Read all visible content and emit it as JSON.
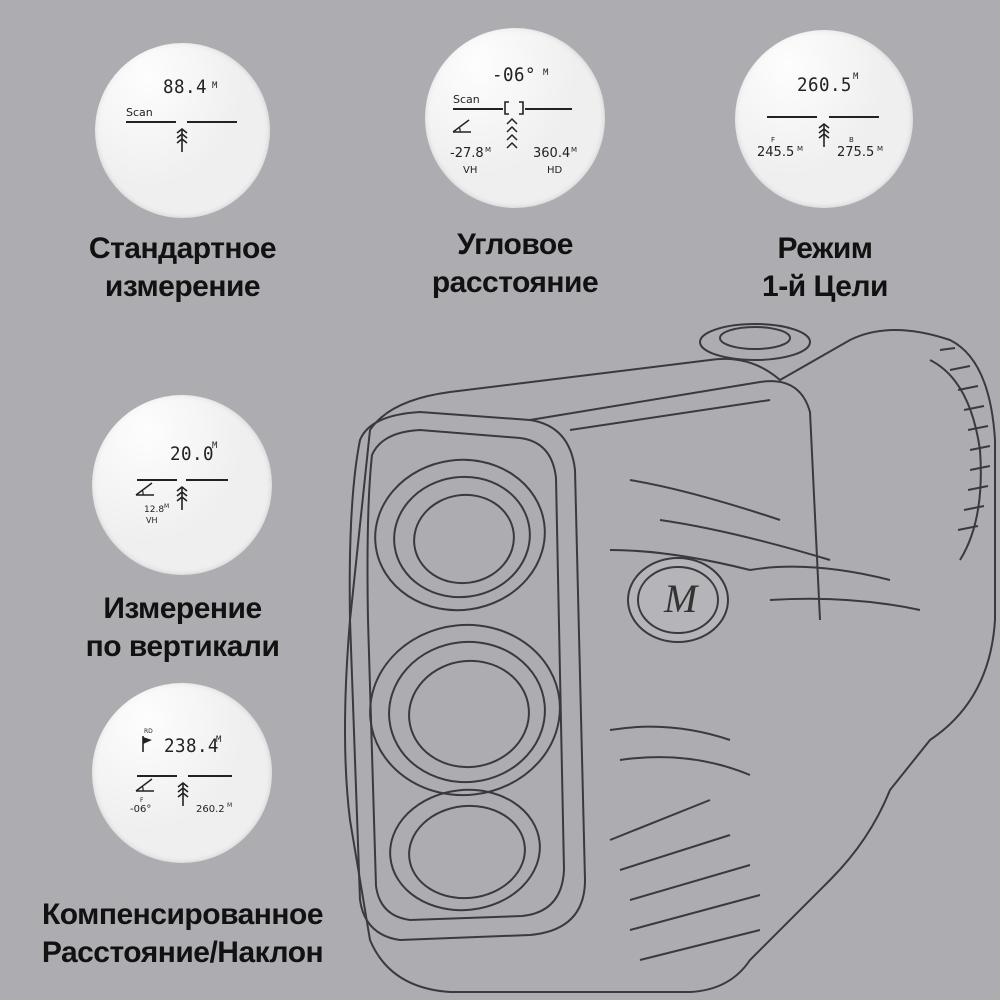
{
  "modes": [
    {
      "id": "standard",
      "caption_lines": [
        "Стандартное",
        "измерение"
      ],
      "display": {
        "main": "88.4",
        "unit": "M",
        "label": "Scan"
      }
    },
    {
      "id": "angle",
      "caption_lines": [
        "Угловое",
        "расстояние"
      ],
      "display": {
        "main": "-06°",
        "unit": "M",
        "label": "Scan",
        "left_value": "-27.8",
        "left_unit": "M",
        "left_label": "VH",
        "right_value": "360.4",
        "right_unit": "M",
        "right_label": "HD"
      }
    },
    {
      "id": "first-target",
      "caption_lines": [
        "Режим",
        "1-й Цели"
      ],
      "display": {
        "main": "260.5",
        "unit": "M",
        "left_value": "245.5",
        "left_unit": "M",
        "left_mark": "F",
        "right_value": "275.5",
        "right_unit": "M",
        "right_mark": "B"
      }
    },
    {
      "id": "vertical",
      "caption_lines": [
        "Измерение",
        "по вертикали"
      ],
      "display": {
        "main": "20.0",
        "unit": "M",
        "left_value": "12.8",
        "left_unit": "M",
        "left_label": "VH"
      }
    },
    {
      "id": "slope",
      "caption_lines": [
        "Компенсированное",
        "Расстояние/Наклон"
      ],
      "display": {
        "main": "238.4",
        "unit": "M",
        "flag_label": "RD",
        "left_value": "-06°",
        "left_mark": "F",
        "right_value": "260.2",
        "right_unit": "M"
      }
    }
  ],
  "device": {
    "logo_letter": "M"
  },
  "colors": {
    "background": "#adadb1",
    "display": "#efeff0",
    "text": "#111111"
  }
}
